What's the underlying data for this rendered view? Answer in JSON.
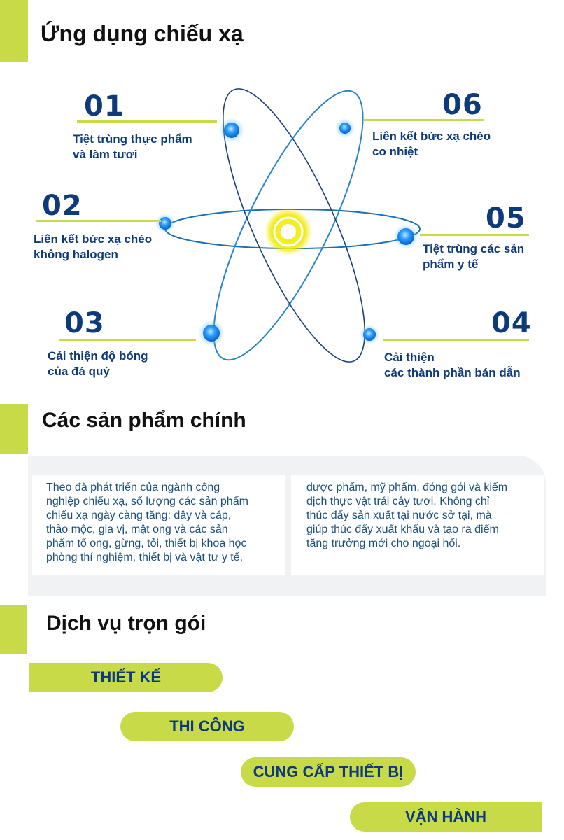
{
  "sections": {
    "applications_title": "Ứng dụng chiếu xạ",
    "products_title": "Các sản phẩm chính",
    "services_title": "Dịch vụ trọn gói"
  },
  "applications": [
    {
      "num": "01",
      "lines": [
        "Tiệt trùng thực phẩm",
        "và làm tươi"
      ]
    },
    {
      "num": "02",
      "lines": [
        "Liên kết bức xạ chéo",
        "không halogen"
      ]
    },
    {
      "num": "03",
      "lines": [
        "Cải thiện độ bóng",
        "của đá quý"
      ]
    },
    {
      "num": "04",
      "lines": [
        "Cải thiện",
        "các thành phần bán dẫn"
      ]
    },
    {
      "num": "05",
      "lines": [
        "Tiệt trùng các sản",
        "phẩm y tế"
      ]
    },
    {
      "num": "06",
      "lines": [
        "Liên kết bức xạ chéo",
        "co nhiệt"
      ]
    }
  ],
  "products": {
    "col1": "Theo đà phát triển của ngành công\nnghiệp chiếu xạ, số lượng các sản phẩm\nchiếu xạ ngày càng tăng: dây và cáp,\nthảo mộc, gia vị, mật ong và các sản\nphẩm tổ ong, gừng, tỏi, thiết bị khoa học\nphòng thí nghiệm, thiết bị và vật tư y tế,",
    "col2": "dược phẩm, mỹ phẩm, đóng gói và kiểm\ndịch thực vật trái cây tươi. Không chỉ\nthúc đẩy sản xuất tại nước sở tại, mà\ngiúp thúc đẩy xuất khẩu và tạo ra điểm\ntăng trưởng mới cho ngoại hối."
  },
  "services": [
    "THIẾT KẾ",
    "THI CÔNG",
    "CUNG CẤP THIẾT BỊ",
    "VẬN HÀNH"
  ],
  "colors": {
    "accent": "#c8da48",
    "navy": "#0d3a7a",
    "electron": "#1e90ff",
    "nucleus": "#f0ec1a"
  }
}
